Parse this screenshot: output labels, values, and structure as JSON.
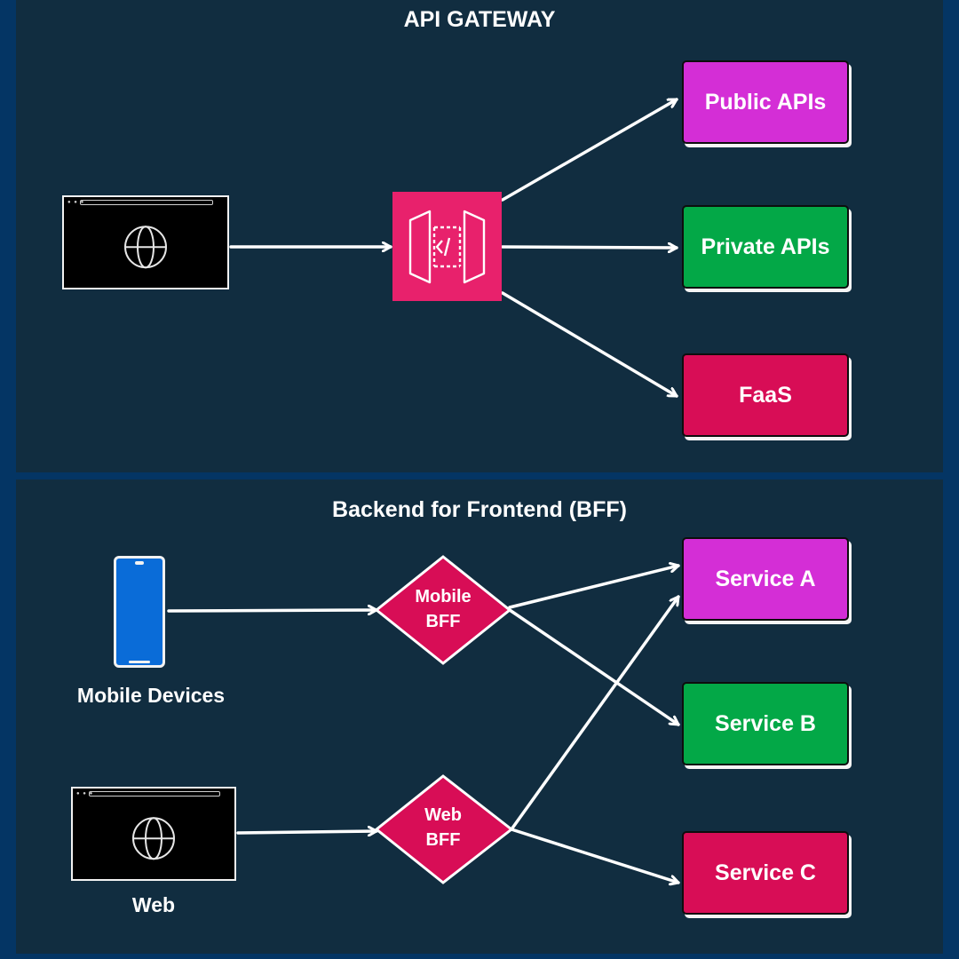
{
  "api_gateway": {
    "title": "API GATEWAY",
    "targets": {
      "public": "Public APIs",
      "private": "Private APIs",
      "faas": "FaaS"
    }
  },
  "bff": {
    "title": "Backend for Frontend (BFF)",
    "clients": {
      "mobile": "Mobile Devices",
      "web": "Web"
    },
    "bffs": {
      "mobile": [
        "Mobile",
        "BFF"
      ],
      "web": [
        "Web",
        "BFF"
      ]
    },
    "services": {
      "a": "Service A",
      "b": "Service B",
      "c": "Service C"
    }
  },
  "colors": {
    "outer_bg": "#043564",
    "panel_bg": "#112d40",
    "magenta": "#d42ed6",
    "green": "#03a847",
    "crimson": "#d80d56",
    "gateway": "#e8216c",
    "phone": "#0a6cd8"
  },
  "icons": [
    "globe-icon",
    "api-gateway-icon",
    "smartphone-icon",
    "browser-window-icon"
  ]
}
